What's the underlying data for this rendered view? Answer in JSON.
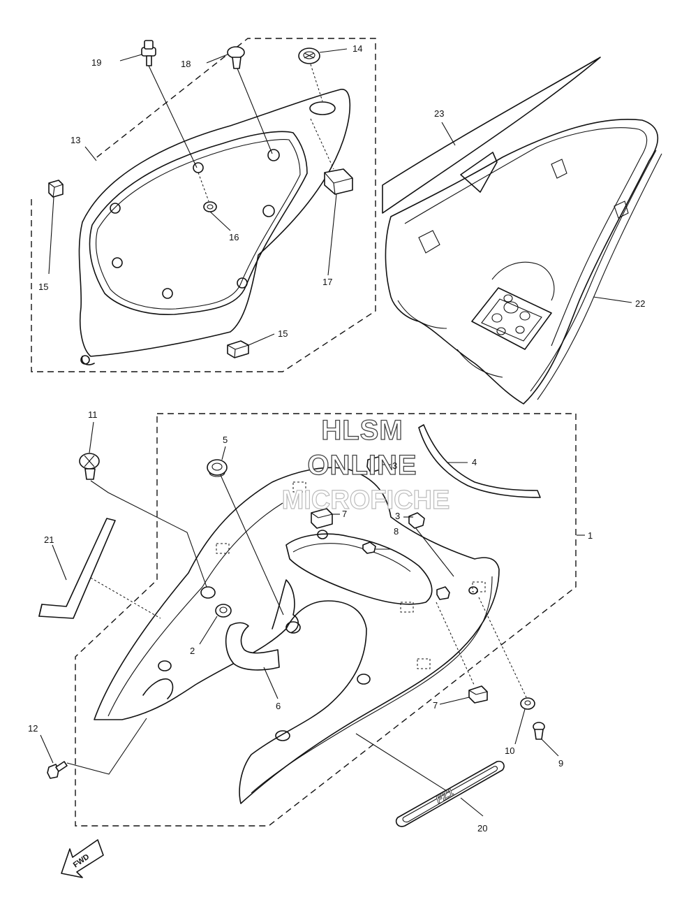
{
  "watermark": {
    "line1": "HLSM",
    "line2": "ONLINE",
    "line3": "MICROFICHE"
  },
  "fwd_label": "FWD",
  "emblem_text": "FZ1",
  "callouts": {
    "c1": "1",
    "c2": "2",
    "c3a": "3",
    "c3b": "3",
    "c4": "4",
    "c5": "5",
    "c6": "6",
    "c7a": "7",
    "c7b": "7",
    "c8": "8",
    "c9": "9",
    "c10": "10",
    "c11": "11",
    "c12": "12",
    "c13": "13",
    "c14": "14",
    "c15a": "15",
    "c15b": "15",
    "c16": "16",
    "c17": "17",
    "c18": "18",
    "c19": "19",
    "c20": "20",
    "c21": "21",
    "c22": "22",
    "c23": "23"
  }
}
